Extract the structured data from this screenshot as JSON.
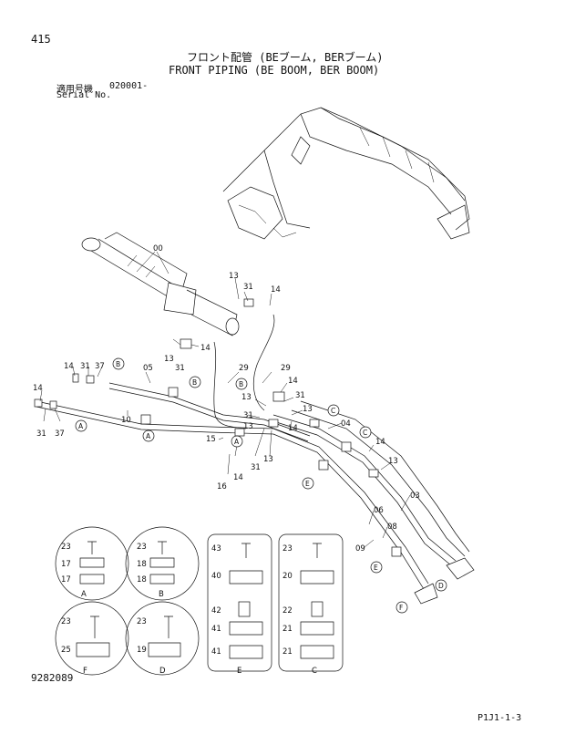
{
  "header": {
    "page_number": "415",
    "title_jp": "フロント配管 (BEブーム, BERブーム)",
    "title_en": "FRONT PIPING (BE BOOM, BER BOOM)",
    "serial_label_jp": "適用号機",
    "serial_value": "020001-",
    "serial_label_en": "Serial No."
  },
  "footer": {
    "drawing_number": "9282089",
    "page_code": "P1J1-1-3"
  },
  "callouts": {
    "c00": "00",
    "c13a": "13",
    "c31a": "31",
    "c14a": "14",
    "c13b": "13",
    "c31b": "31",
    "c14b": "14",
    "c14c": "14",
    "c31c": "31",
    "c37a": "37",
    "c05": "05",
    "c29a": "29",
    "c29b": "29",
    "c14d": "14",
    "c31d": "31",
    "c13c": "13",
    "c13d": "13",
    "c31e": "31",
    "c13e": "13",
    "c14e": "14",
    "c14f": "14",
    "c31f": "31",
    "c37b": "37",
    "c10": "10",
    "c15": "15",
    "c14g": "14",
    "c16": "16",
    "c31g": "31",
    "c13f": "13",
    "c04": "04",
    "c14h": "14",
    "c13g": "13",
    "c03": "03",
    "c06": "06",
    "c08": "08",
    "c09": "09"
  },
  "circled_refs": {
    "B1": "B",
    "B2": "B",
    "B3": "B",
    "A1": "A",
    "A2": "A",
    "C1": "C",
    "C2": "C",
    "E1": "E",
    "E2": "E",
    "D1": "D",
    "F1": "F",
    "A3": "A"
  },
  "details": {
    "A": {
      "top": "23",
      "mid": "17",
      "bot": "17",
      "ref": "A"
    },
    "B": {
      "top": "23",
      "mid": "18",
      "bot": "18",
      "ref": "B"
    },
    "F": {
      "top": "23",
      "bot": "25",
      "ref": "F"
    },
    "D": {
      "top": "23",
      "bot": "19",
      "ref": "D"
    },
    "E": {
      "top": "43",
      "n2": "40",
      "n3": "42",
      "n4": "41",
      "n5": "41",
      "ref": "E"
    },
    "C": {
      "top": "23",
      "n2": "20",
      "n3": "22",
      "n4": "21",
      "n5": "21",
      "ref": "C"
    }
  }
}
